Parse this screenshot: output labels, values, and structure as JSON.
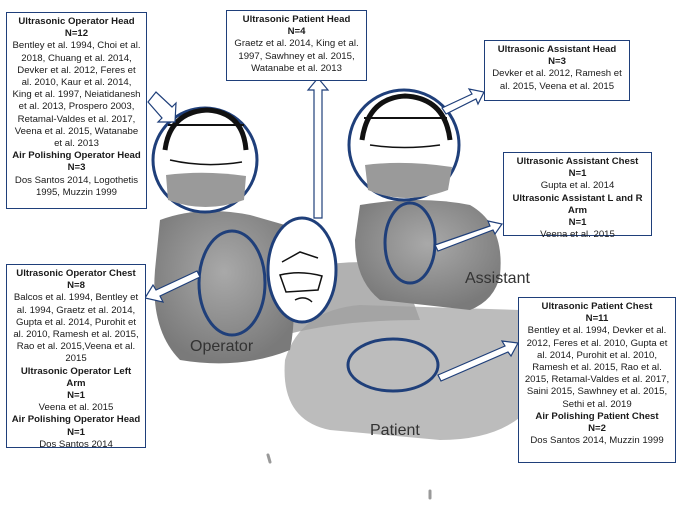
{
  "labels": {
    "operator": "Operator",
    "assistant": "Assistant",
    "patient": "Patient"
  },
  "boxes": {
    "operator_head": {
      "title": "Ultrasonic Operator Head",
      "n": "N=12",
      "refs": "Bentley et al. 1994, Choi et al. 2018, Chuang et al. 2014, Devker et al. 2012, Feres et al. 2010, Kaur et al. 2014, King et al. 1997, Neiatidanesh et al. 2013, Prospero 2003, Retamal-Valdes et al. 2017, Veena et al. 2015, Watanabe et al. 2013",
      "sub_title": "Air Polishing Operator Head",
      "sub_n": "N=3",
      "sub_refs": "Dos Santos 2014, Logothetis 1995, Muzzin 1999"
    },
    "patient_head": {
      "title": "Ultrasonic Patient Head",
      "n": "N=4",
      "refs": "Graetz et al. 2014, King et al. 1997, Sawhney et al. 2015, Watanabe et al. 2013"
    },
    "assistant_head": {
      "title": "Ultrasonic Assistant Head",
      "n": "N=3",
      "refs": "Devker et al. 2012, Ramesh et al. 2015, Veena et al. 2015"
    },
    "assistant_chest": {
      "title": "Ultrasonic Assistant Chest",
      "n": "N=1",
      "refs": "Gupta et al. 2014",
      "sub_title": "Ultrasonic Assistant L and R Arm",
      "sub_n": "N=1",
      "sub_refs": "Veena et al. 2015"
    },
    "operator_chest": {
      "title": "Ultrasonic Operator Chest",
      "n": "N=8",
      "refs": "Balcos et al. 1994, Bentley et al. 1994, Graetz et al. 2014, Gupta et al. 2014, Purohit et al. 2010, Ramesh et al. 2015, Rao et al. 2015,Veena et al. 2015",
      "sub_title": "Ultrasonic Operator Left Arm",
      "sub_n": "N=1",
      "sub_refs": "Veena et al. 2015",
      "sub2_title": "Air Polishing Operator Head",
      "sub2_n": "N=1",
      "sub2_refs": "Dos Santos 2014"
    },
    "patient_chest": {
      "title": "Ultrasonic Patient Chest",
      "n": "N=11",
      "refs": "Bentley et al. 1994, Devker et al. 2012, Feres et al. 2010, Gupta et al. 2014, Purohit et al. 2010, Ramesh et al. 2015, Rao et al. 2015, Retamal-Valdes et al. 2017, Saini 2015, Sawhney et al. 2015, Sethi et al. 2019",
      "sub_title": "Air Polishing Patient Chest",
      "sub_n": "N=2",
      "sub_refs": "Dos Santos 2014, Muzzin 1999"
    }
  },
  "colors": {
    "box_border": "#1f3f7a",
    "arrow_fill": "#ffffff",
    "arrow_stroke": "#1f3f7a",
    "figure_gray": "#8a8a8a",
    "ellipse_stroke": "#1f3f7a"
  }
}
